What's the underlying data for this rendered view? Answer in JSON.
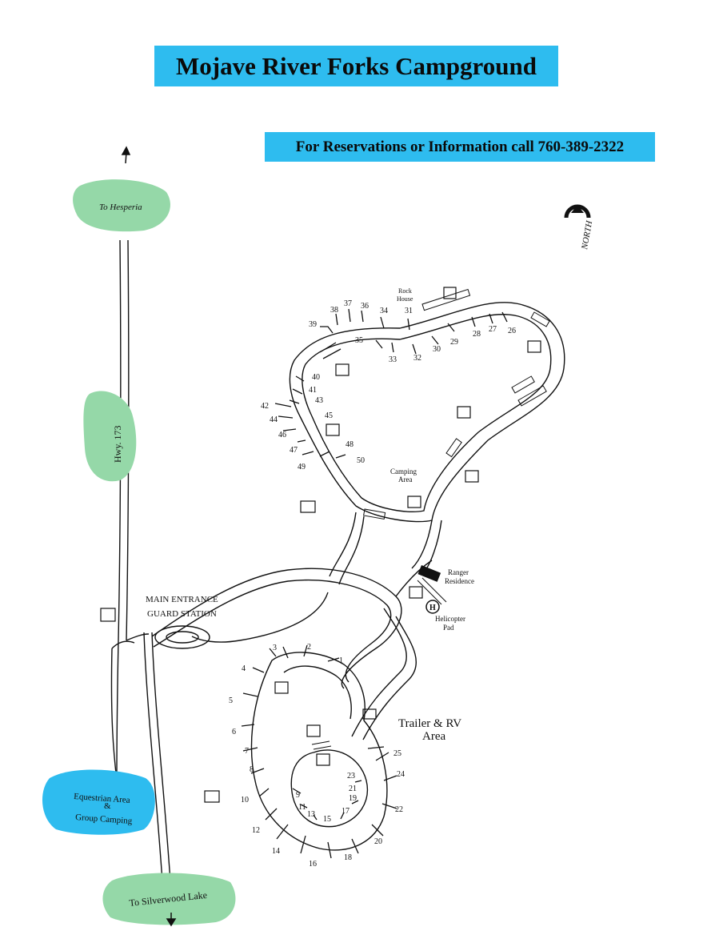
{
  "title": "Mojave River Forks Campground",
  "reservation_info": "For Reservations or Information call 760-389-2322",
  "north_label": "NORTH",
  "destinations": {
    "hesperia": "To Hesperia",
    "silverwood": "To Silverwood Lake"
  },
  "highway_label": "Hwy. 173",
  "equestrian": {
    "line1": "Equestrian Area",
    "line2": "&",
    "line3": "Group Camping"
  },
  "places": {
    "guard_line1": "MAIN ENTRANCE",
    "guard_line2": "GUARD STATION",
    "rock_house_line1": "Rock",
    "rock_house_line2": "House",
    "camping_area_line1": "Camping",
    "camping_area_line2": "Area",
    "ranger_line1": "Ranger",
    "ranger_line2": "Residence",
    "heli_line1": "Helicopter",
    "heli_line2": "Pad",
    "heli_symbol": "H",
    "trailer_line1": "Trailer & RV",
    "trailer_line2": "Area"
  },
  "colors": {
    "title_bg": "#2ebcef",
    "destination_blob": "#95d8a8",
    "equestrian_blob": "#2ebcef",
    "road": "#111111"
  }
}
